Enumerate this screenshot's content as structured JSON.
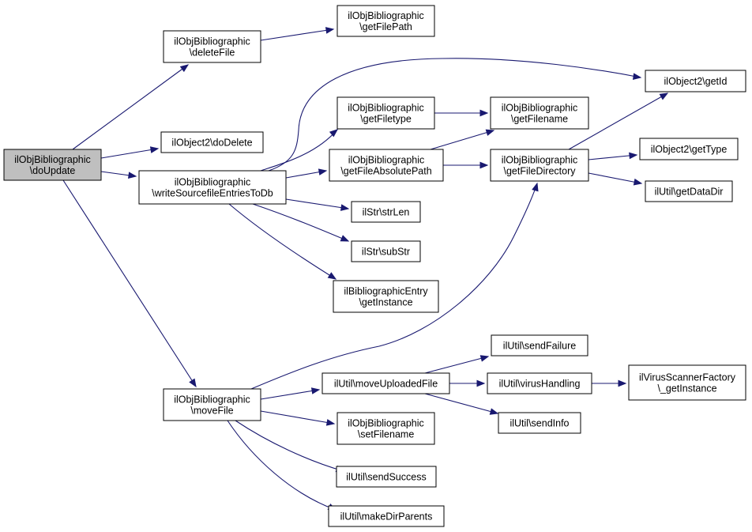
{
  "nodes": [
    {
      "id": "doUpdate",
      "lines": [
        "ilObjBibliographic",
        "\\doUpdate"
      ]
    },
    {
      "id": "deleteFile",
      "lines": [
        "ilObjBibliographic",
        "\\deleteFile"
      ]
    },
    {
      "id": "getFilePath",
      "lines": [
        "ilObjBibliographic",
        "\\getFilePath"
      ]
    },
    {
      "id": "doDelete",
      "lines": [
        "ilObject2\\doDelete"
      ]
    },
    {
      "id": "writeSource",
      "lines": [
        "ilObjBibliographic",
        "\\writeSourcefileEntriesToDb"
      ]
    },
    {
      "id": "getId",
      "lines": [
        "ilObject2\\getId"
      ]
    },
    {
      "id": "getFiletype",
      "lines": [
        "ilObjBibliographic",
        "\\getFiletype"
      ]
    },
    {
      "id": "getFilename",
      "lines": [
        "ilObjBibliographic",
        "\\getFilename"
      ]
    },
    {
      "id": "getFileAbsolutePath",
      "lines": [
        "ilObjBibliographic",
        "\\getFileAbsolutePath"
      ]
    },
    {
      "id": "getFileDirectory",
      "lines": [
        "ilObjBibliographic",
        "\\getFileDirectory"
      ]
    },
    {
      "id": "getType",
      "lines": [
        "ilObject2\\getType"
      ]
    },
    {
      "id": "getDataDir",
      "lines": [
        "ilUtil\\getDataDir"
      ]
    },
    {
      "id": "strLen",
      "lines": [
        "ilStr\\strLen"
      ]
    },
    {
      "id": "subStr",
      "lines": [
        "ilStr\\subStr"
      ]
    },
    {
      "id": "getInstance",
      "lines": [
        "ilBibliographicEntry",
        "\\getInstance"
      ]
    },
    {
      "id": "moveFile",
      "lines": [
        "ilObjBibliographic",
        "\\moveFile"
      ]
    },
    {
      "id": "moveUploadedFile",
      "lines": [
        "ilUtil\\moveUploadedFile"
      ]
    },
    {
      "id": "sendFailure",
      "lines": [
        "ilUtil\\sendFailure"
      ]
    },
    {
      "id": "virusHandling",
      "lines": [
        "ilUtil\\virusHandling"
      ]
    },
    {
      "id": "virusScanner",
      "lines": [
        "ilVirusScannerFactory",
        "\\_getInstance"
      ]
    },
    {
      "id": "sendInfo",
      "lines": [
        "ilUtil\\sendInfo"
      ]
    },
    {
      "id": "setFilename",
      "lines": [
        "ilObjBibliographic",
        "\\setFilename"
      ]
    },
    {
      "id": "sendSuccess",
      "lines": [
        "ilUtil\\sendSuccess"
      ]
    },
    {
      "id": "makeDirParents",
      "lines": [
        "ilUtil\\makeDirParents"
      ]
    }
  ],
  "edges": [
    {
      "from": "doUpdate",
      "to": "deleteFile"
    },
    {
      "from": "doUpdate",
      "to": "doDelete"
    },
    {
      "from": "doUpdate",
      "to": "writeSource"
    },
    {
      "from": "doUpdate",
      "to": "moveFile"
    },
    {
      "from": "deleteFile",
      "to": "getFilePath"
    },
    {
      "from": "writeSource",
      "to": "getId"
    },
    {
      "from": "writeSource",
      "to": "getFiletype"
    },
    {
      "from": "writeSource",
      "to": "getFileAbsolutePath"
    },
    {
      "from": "writeSource",
      "to": "strLen"
    },
    {
      "from": "writeSource",
      "to": "subStr"
    },
    {
      "from": "writeSource",
      "to": "getInstance"
    },
    {
      "from": "getFiletype",
      "to": "getFilename"
    },
    {
      "from": "getFileAbsolutePath",
      "to": "getFilename"
    },
    {
      "from": "getFileAbsolutePath",
      "to": "getFileDirectory"
    },
    {
      "from": "getFileDirectory",
      "to": "getId"
    },
    {
      "from": "getFileDirectory",
      "to": "getType"
    },
    {
      "from": "getFileDirectory",
      "to": "getDataDir"
    },
    {
      "from": "moveFile",
      "to": "getFileDirectory"
    },
    {
      "from": "moveFile",
      "to": "moveUploadedFile"
    },
    {
      "from": "moveFile",
      "to": "setFilename"
    },
    {
      "from": "moveFile",
      "to": "sendSuccess"
    },
    {
      "from": "moveFile",
      "to": "makeDirParents"
    },
    {
      "from": "moveUploadedFile",
      "to": "sendFailure"
    },
    {
      "from": "moveUploadedFile",
      "to": "virusHandling"
    },
    {
      "from": "moveUploadedFile",
      "to": "sendInfo"
    },
    {
      "from": "virusHandling",
      "to": "virusScanner"
    }
  ]
}
